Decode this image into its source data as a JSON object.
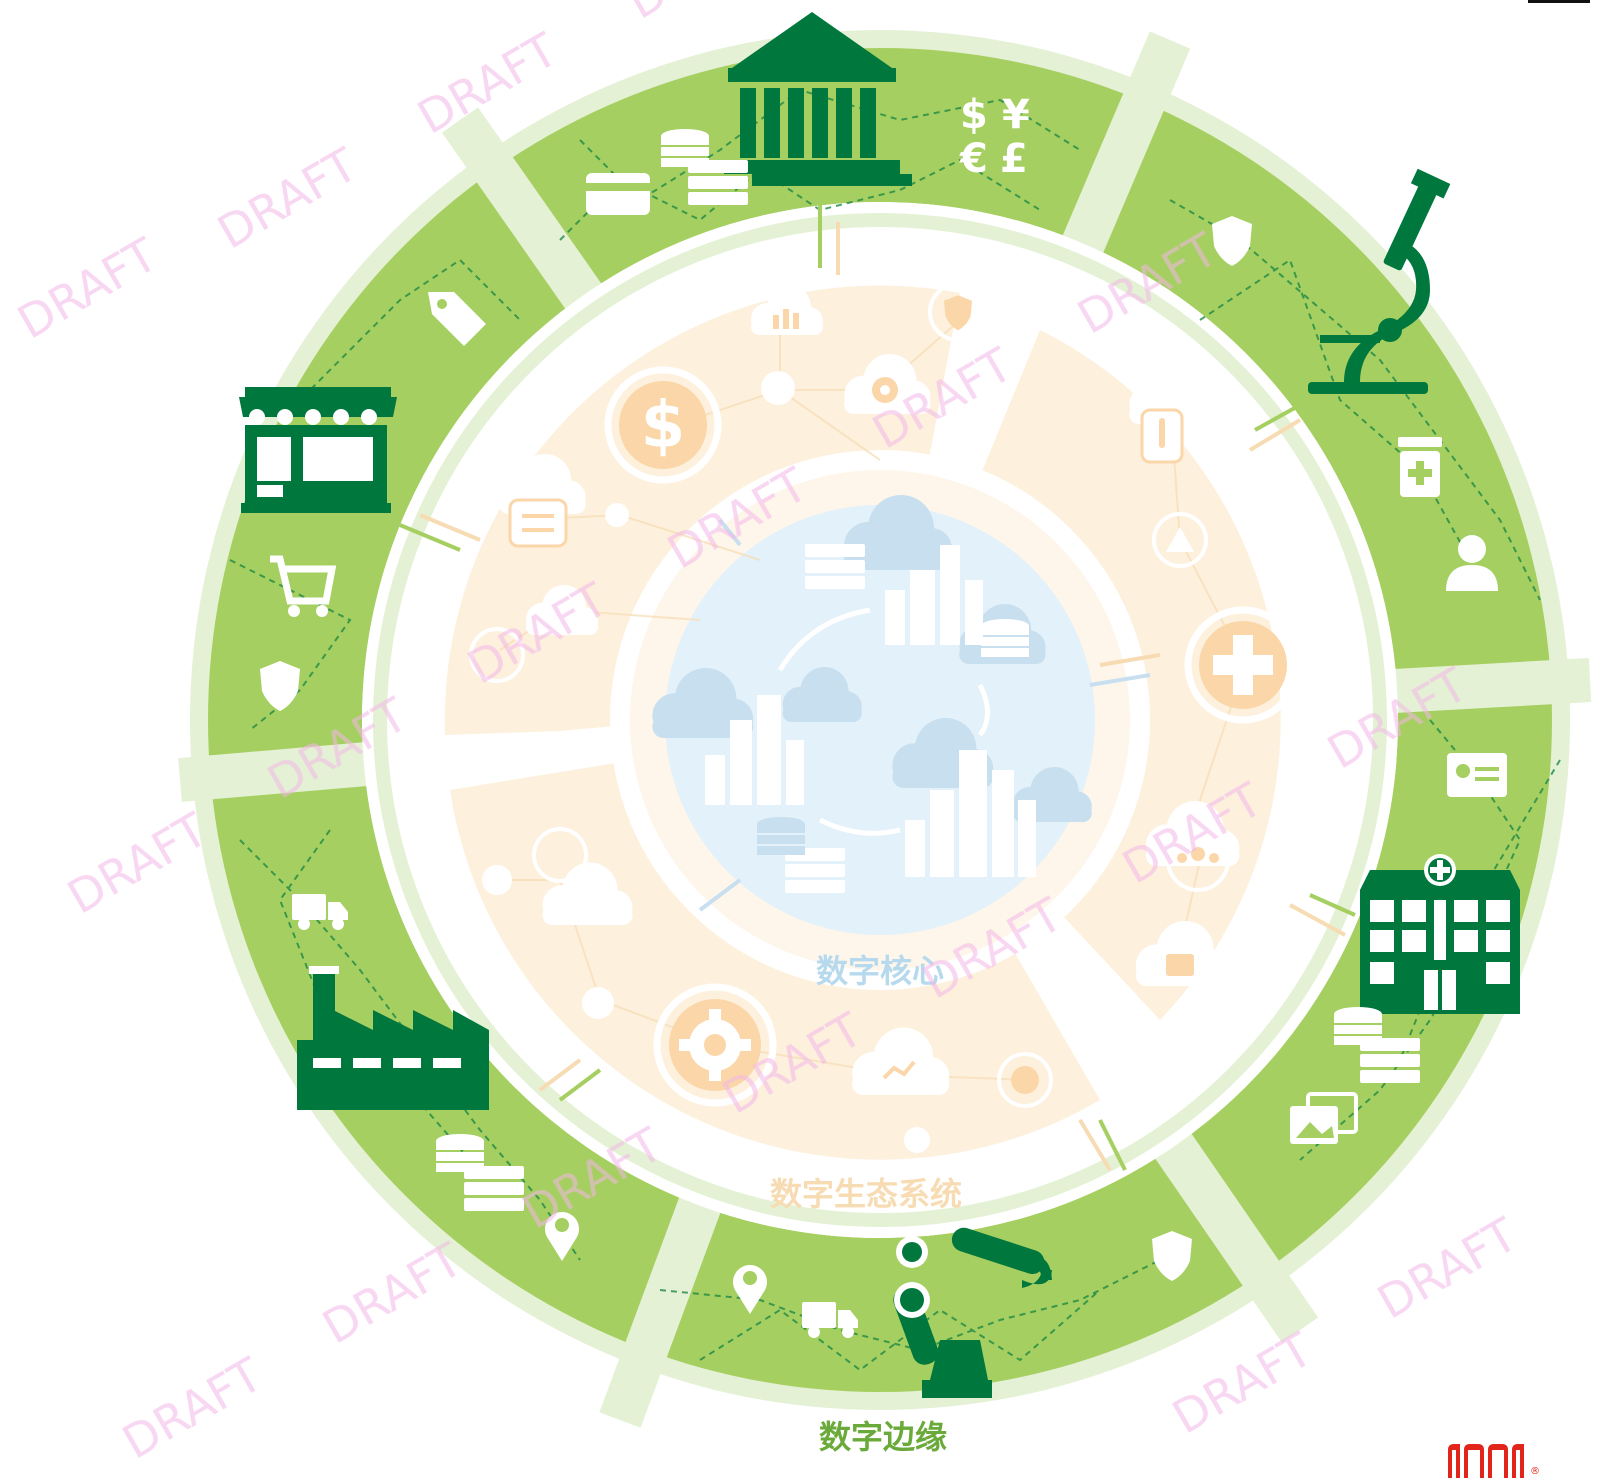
{
  "diagram": {
    "core_label": "数字核心",
    "ecosystem_label": "数字生态系统",
    "edge_label": "数字边缘"
  },
  "currency": {
    "dollar": "$",
    "yen": "¥",
    "euro": "€",
    "pound": "£"
  },
  "watermark": {
    "text": "DRAFT",
    "color": "#f3b6e8"
  },
  "logo": {
    "mark": "registered-mark",
    "symbol": "®",
    "color": "#e1251b"
  },
  "colors": {
    "edge_ring": "#a6cf61",
    "edge_ring_light": "#e4f1d5",
    "edge_icon": "#00773d",
    "ecosystem": "#fdf0dc",
    "ecosystem_text": "#f7dcb3",
    "core": "#e3f1fa",
    "core_text": "#b6d9ee",
    "white_icon": "#ffffff"
  },
  "icons": {
    "edge": [
      "bank-icon",
      "microscope-icon",
      "hospital-icon",
      "robot-arm-icon",
      "factory-icon",
      "store-icon"
    ],
    "edge_small": [
      "credit-card-icon",
      "database-icon",
      "server-icon",
      "shield-icon",
      "medicine-bottle-icon",
      "user-icon",
      "id-card-icon",
      "image-gallery-icon",
      "location-pin-icon",
      "truck-icon",
      "cart-icon",
      "tag-icon"
    ],
    "ecosystem": [
      "dollar-circle-icon",
      "cloud-chart-icon",
      "shield-icon",
      "cloud-gear-icon",
      "cloud-transfer-icon",
      "thermometer-icon",
      "warning-icon",
      "medical-cross-icon",
      "team-icon",
      "cloud-chat-icon",
      "gear-circle-icon",
      "cloud-analytics-icon",
      "globe-icon",
      "link-icon",
      "cloud-icon"
    ],
    "core": [
      "city-cloud-icon",
      "server-icon",
      "database-icon",
      "cycle-arrows-icon"
    ]
  }
}
